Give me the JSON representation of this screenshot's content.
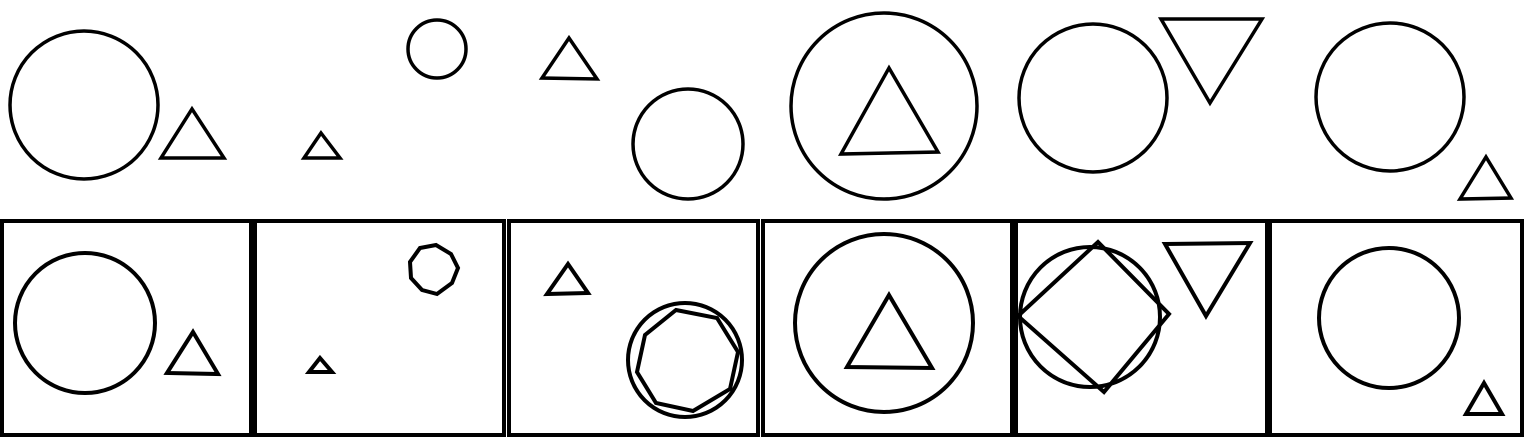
{
  "stroke_color": "#000000",
  "background_color": "#ffffff",
  "top_row": {
    "description_visible_text": "",
    "panels": [
      {
        "shapes": [
          "circle",
          "triangle-up"
        ]
      },
      {
        "shapes": [
          "triangle-up-small",
          "circle-small",
          "triangle-up-small"
        ]
      },
      {
        "shapes": [
          "circle"
        ]
      },
      {
        "shapes": [
          "circle-large",
          "triangle-up-inside"
        ]
      },
      {
        "shapes": [
          "circle",
          "triangle-down"
        ]
      },
      {
        "shapes": [
          "circle",
          "triangle-up-small"
        ]
      }
    ]
  },
  "bottom_row": {
    "panel_count": 6,
    "panels": [
      {
        "shapes": [
          "circle",
          "triangle-up"
        ]
      },
      {
        "shapes": [
          "octagon-small",
          "triangle-up-small"
        ]
      },
      {
        "shapes": [
          "triangle-up-small",
          "circle-with-octagon"
        ]
      },
      {
        "shapes": [
          "circle-large",
          "triangle-up-inside"
        ]
      },
      {
        "shapes": [
          "circle-with-rotated-square",
          "triangle-down"
        ]
      },
      {
        "shapes": [
          "circle",
          "triangle-up-small"
        ]
      }
    ]
  }
}
